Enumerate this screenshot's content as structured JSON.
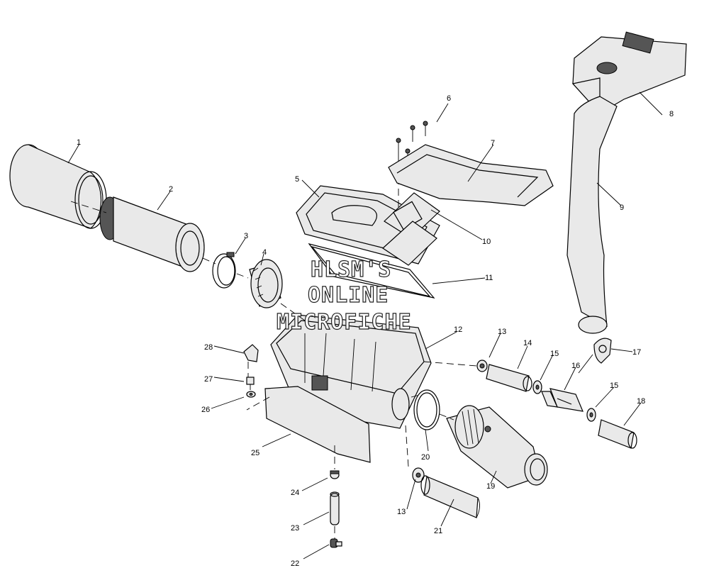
{
  "watermark": {
    "line1": "HLSM'S",
    "line2": "ONLINE",
    "line3": "MICROFICHE"
  },
  "callouts": [
    {
      "id": "c1",
      "label": "1"
    },
    {
      "id": "c2",
      "label": "2"
    },
    {
      "id": "c3",
      "label": "3"
    },
    {
      "id": "c4",
      "label": "4"
    },
    {
      "id": "c5",
      "label": "5"
    },
    {
      "id": "c6",
      "label": "6"
    },
    {
      "id": "c7",
      "label": "7"
    },
    {
      "id": "c8",
      "label": "8"
    },
    {
      "id": "c9",
      "label": "9"
    },
    {
      "id": "c10",
      "label": "10"
    },
    {
      "id": "c11",
      "label": "11"
    },
    {
      "id": "c12",
      "label": "12"
    },
    {
      "id": "c13a",
      "label": "13"
    },
    {
      "id": "c13b",
      "label": "13"
    },
    {
      "id": "c14",
      "label": "14"
    },
    {
      "id": "c15a",
      "label": "15"
    },
    {
      "id": "c15b",
      "label": "15"
    },
    {
      "id": "c16",
      "label": "16"
    },
    {
      "id": "c17",
      "label": "17"
    },
    {
      "id": "c18",
      "label": "18"
    },
    {
      "id": "c19",
      "label": "19"
    },
    {
      "id": "c20",
      "label": "20"
    },
    {
      "id": "c21",
      "label": "21"
    },
    {
      "id": "c22",
      "label": "22"
    },
    {
      "id": "c23",
      "label": "23"
    },
    {
      "id": "c24",
      "label": "24"
    },
    {
      "id": "c25",
      "label": "25"
    },
    {
      "id": "c26",
      "label": "26"
    },
    {
      "id": "c27",
      "label": "27"
    },
    {
      "id": "c28",
      "label": "28"
    }
  ]
}
